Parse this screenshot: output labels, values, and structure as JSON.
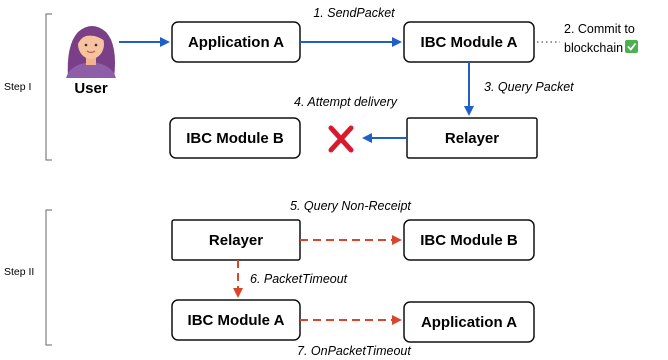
{
  "step_labels": {
    "step1": "Step I",
    "step2": "Step II"
  },
  "actors": {
    "user": "User"
  },
  "nodes": {
    "app_a_top": "Application A",
    "ibc_a_top": "IBC Module A",
    "ibc_b_top": "IBC Module B",
    "relayer_top": "Relayer",
    "relayer_bottom": "Relayer",
    "ibc_b_bottom": "IBC Module B",
    "ibc_a_bottom": "IBC Module A",
    "app_a_bottom": "Application A"
  },
  "edges": {
    "send_packet": "1. SendPacket",
    "commit_line1": "2. Commit to",
    "commit_line2": "blockchain",
    "check_mark": "✅",
    "query_packet": "3. Query Packet",
    "attempt_delivery": "4. Attempt delivery",
    "fail_mark": "✖",
    "query_non_receipt": "5. Query Non-Receipt",
    "packet_timeout": "6. PacketTimeout",
    "on_packet_timeout": "7. OnPacketTimeout"
  },
  "colors": {
    "blue_arrow": "#1f5fc8",
    "red_arrow": "#d9462b",
    "check_green": "#4caf50",
    "fail_red": "#d8192e"
  }
}
